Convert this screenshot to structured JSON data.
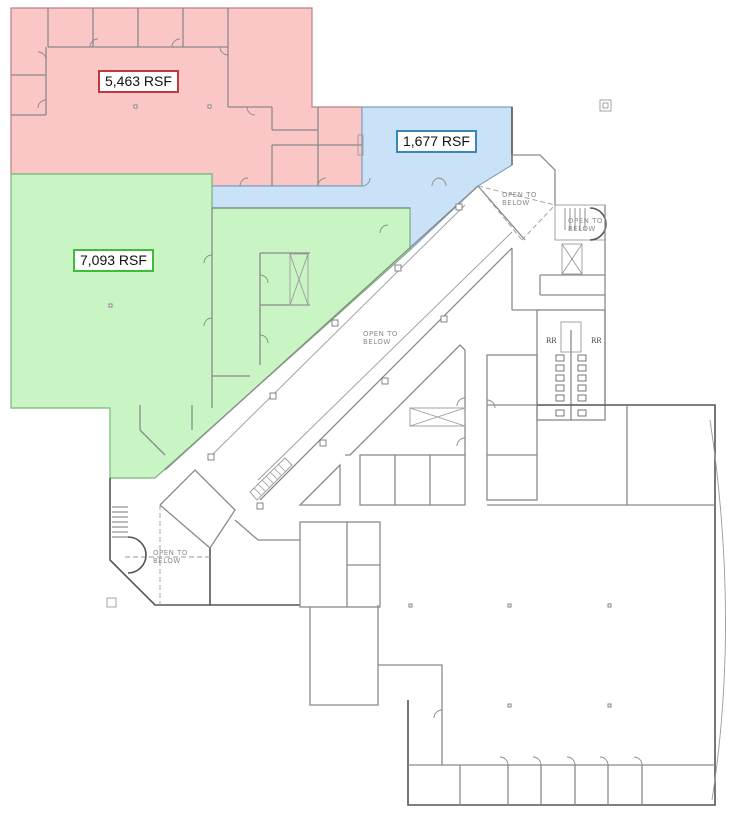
{
  "floor_plan": {
    "suites": [
      {
        "id": "suite-red",
        "label": "5,463 RSF",
        "area_rsf": 5463,
        "fill": "#fbc6c6",
        "border": "#c0393b"
      },
      {
        "id": "suite-blue",
        "label": "1,677 RSF",
        "area_rsf": 1677,
        "fill": "#c9e2f8",
        "border": "#3a86b8"
      },
      {
        "id": "suite-green",
        "label": "7,093 RSF",
        "area_rsf": 7093,
        "fill": "#c9f5c4",
        "border": "#3bbd3b"
      }
    ],
    "annotations": {
      "open_to_below_1": "OPEN TO",
      "open_to_below_1b": "BELOW",
      "open_to_below_2": "OPEN TO",
      "open_to_below_2b": "BELOW",
      "open_to_below_3": "OPEN TO",
      "open_to_below_3b": "BELOW",
      "open_to_below_4": "OPEN TO",
      "open_to_below_4b": "BELOW",
      "restroom_left": "RR",
      "restroom_right": "RR"
    },
    "colors": {
      "wall": "#8a8a8a",
      "background": "#ffffff"
    }
  }
}
